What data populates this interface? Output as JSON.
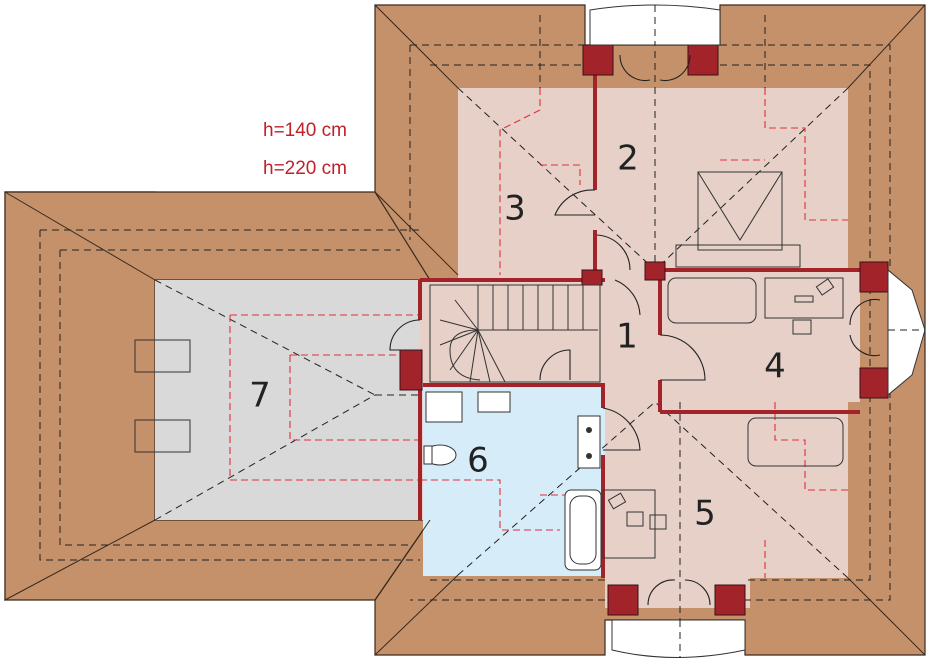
{
  "legend": {
    "line1": "h=140 cm",
    "line2": "h=220 cm"
  },
  "rooms": [
    {
      "id": "1",
      "label": "1"
    },
    {
      "id": "2",
      "label": "2"
    },
    {
      "id": "3",
      "label": "3"
    },
    {
      "id": "4",
      "label": "4"
    },
    {
      "id": "5",
      "label": "5"
    },
    {
      "id": "6",
      "label": "6"
    },
    {
      "id": "7",
      "label": "7"
    }
  ],
  "colors": {
    "roof": "#c4916a",
    "room_floor": "#e6d0c8",
    "bathroom_floor": "#d6ecf8",
    "attic_floor": "#d9d9d9",
    "walls": "#a3232b",
    "height_line_140": "#e0303a",
    "height_line_220": "#222222"
  }
}
